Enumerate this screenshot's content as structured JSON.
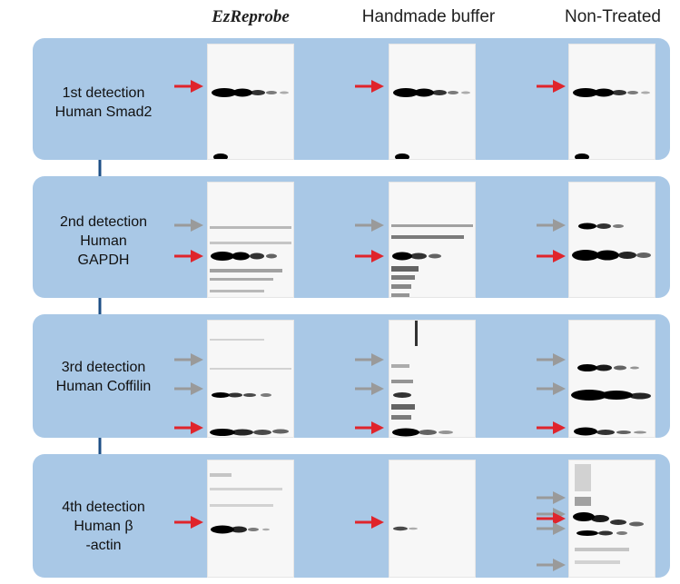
{
  "columns": {
    "ezreprobe": "EzReprobe",
    "handmade": "Handmade buffer",
    "untreated": "Non-Treated"
  },
  "panels": [
    {
      "line1": "1st detection",
      "line2": "Human Smad2",
      "line3": ""
    },
    {
      "line1": "2nd detection",
      "line2": "Human",
      "line3": "GAPDH"
    },
    {
      "line1": "3rd detection",
      "line2": "Human Coffilin",
      "line3": ""
    },
    {
      "line1": "4th detection",
      "line2": "Human β",
      "line3": "-actin"
    }
  ],
  "arrow_colors": {
    "target": "#e0242b",
    "residual": "#9a9a9a",
    "flow": "#1d4f86"
  },
  "colors": {
    "panel": "#a9c8e6",
    "blot_bg": "#f7f7f7"
  }
}
